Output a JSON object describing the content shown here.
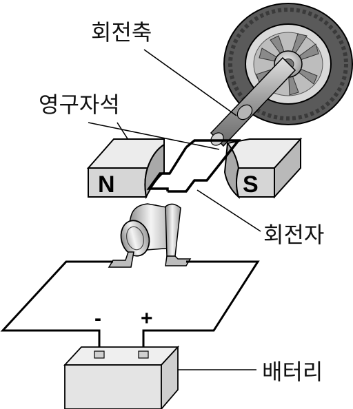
{
  "labels": {
    "axle": "회전축",
    "magnets": "영구자석",
    "rotor": "회전자",
    "battery": "배터리"
  },
  "poles": {
    "north": "N",
    "south": "S"
  },
  "terminals": {
    "negative": "-",
    "positive": "+"
  }
}
